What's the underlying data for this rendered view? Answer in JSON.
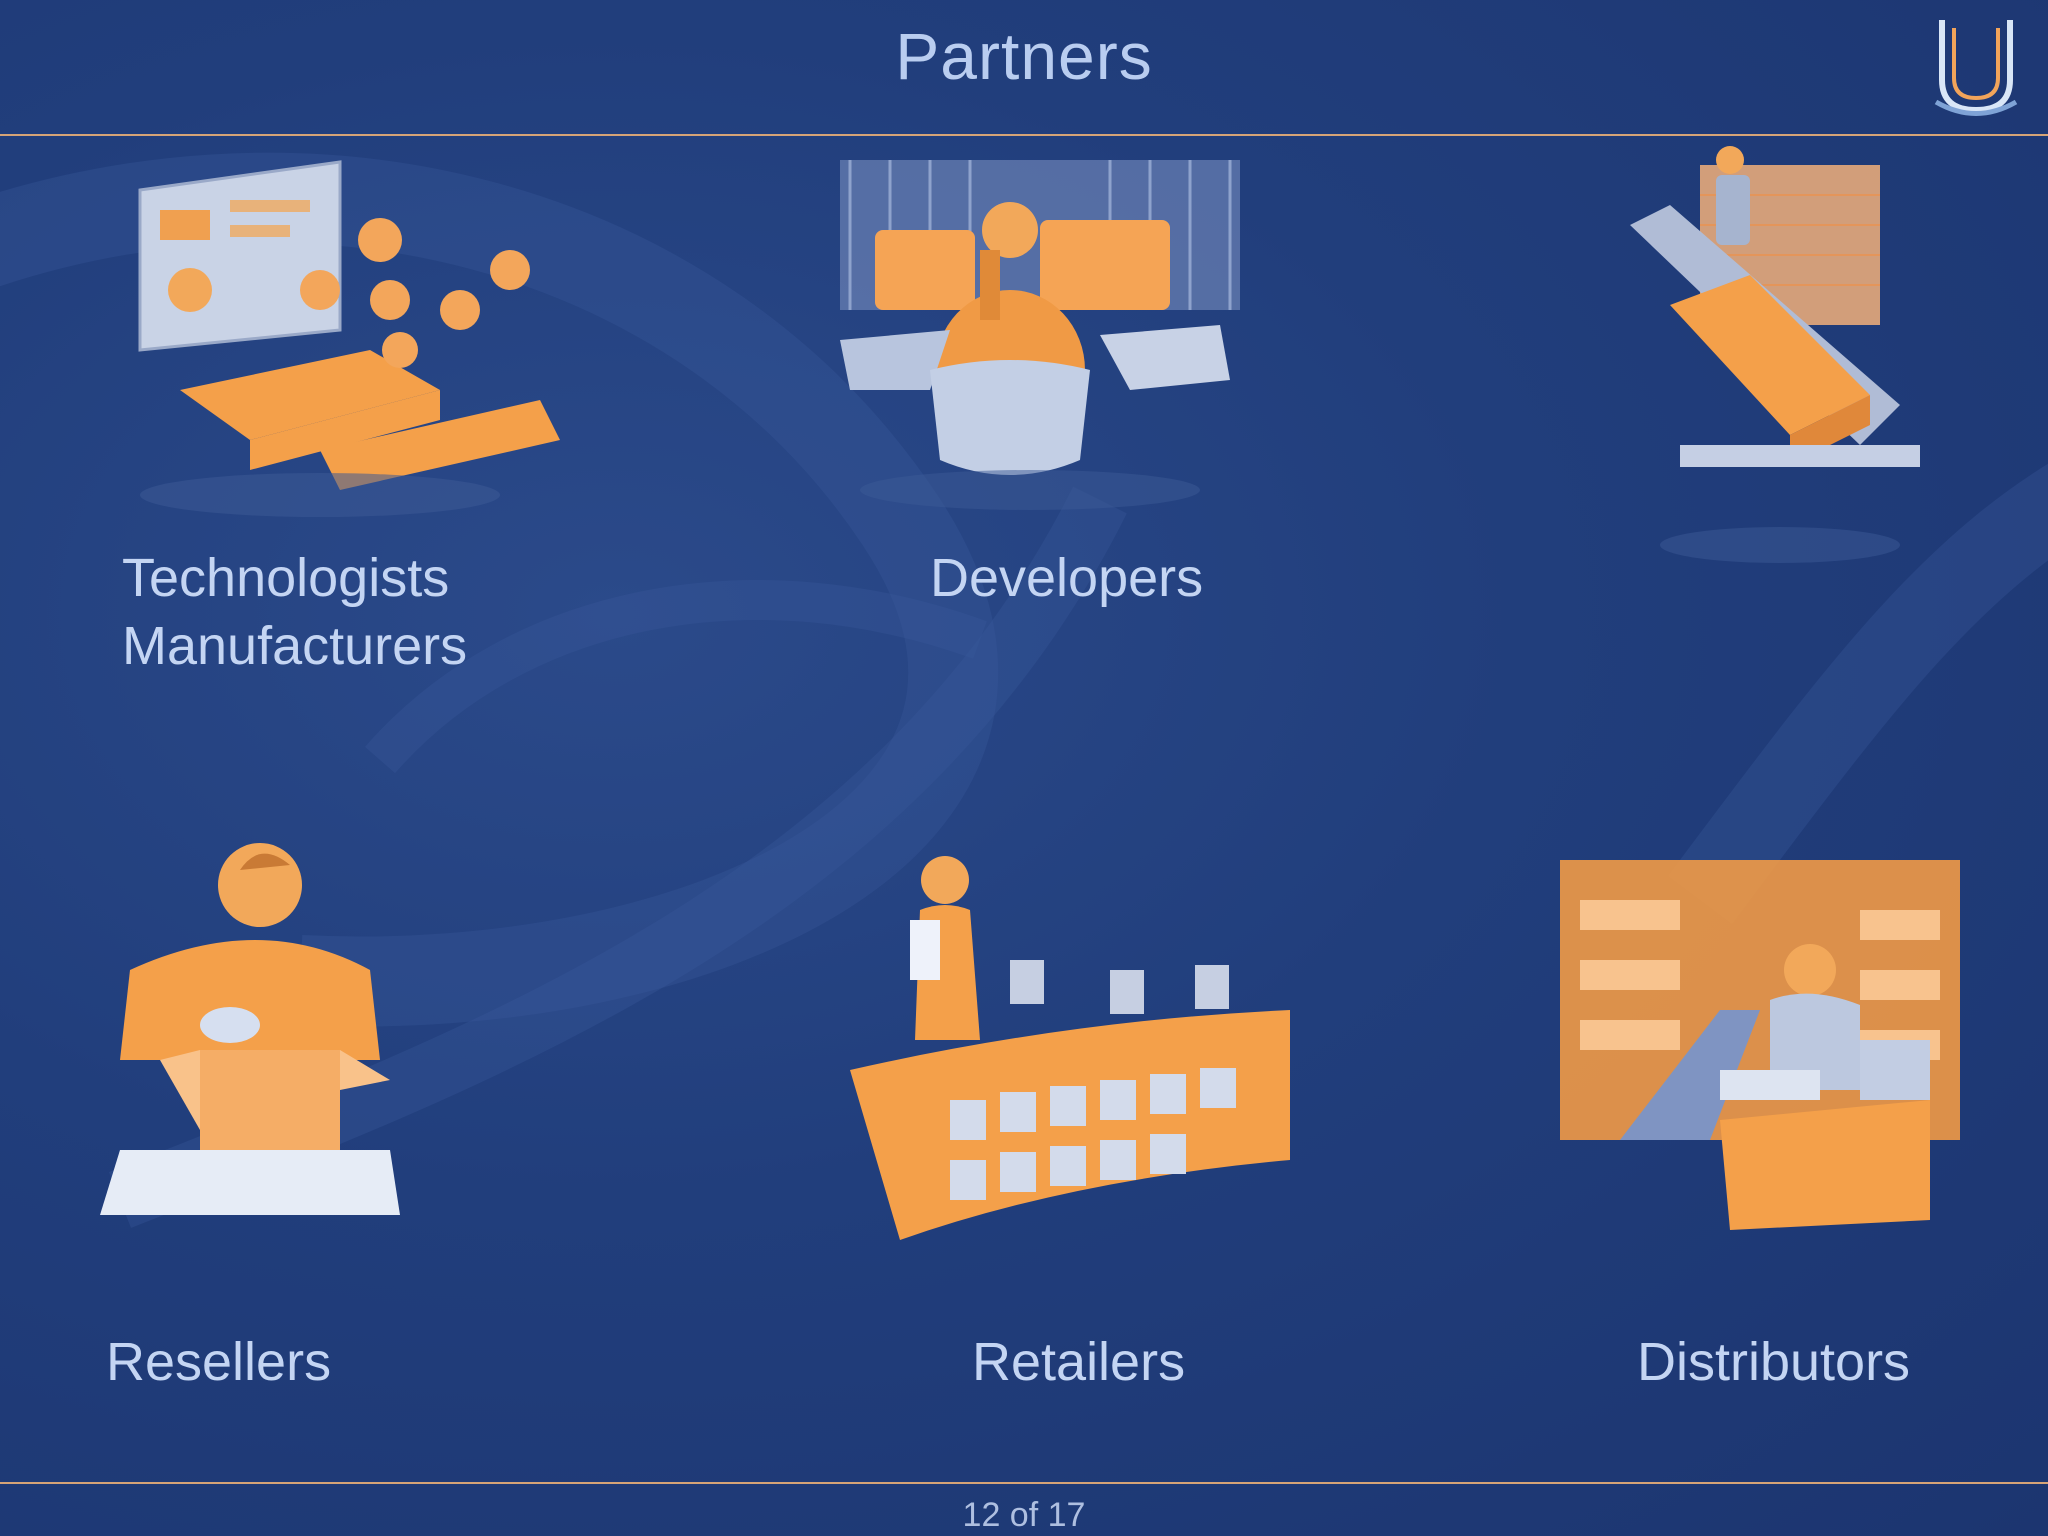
{
  "slide": {
    "title": "Partners",
    "page_indicator": "12 of 17"
  },
  "partners": [
    {
      "lines": [
        "Technologists",
        "Manufacturers"
      ],
      "icon": "lab-team-illustration"
    },
    {
      "lines": [
        "Developers"
      ],
      "icon": "developer-workstation-illustration"
    },
    {
      "lines": [],
      "icon": "conveyor-factory-illustration"
    },
    {
      "lines": [
        "Resellers"
      ],
      "icon": "box-reseller-illustration"
    },
    {
      "lines": [
        "Retailers"
      ],
      "icon": "store-counter-illustration"
    },
    {
      "lines": [
        "Distributors"
      ],
      "icon": "warehouse-illustration"
    }
  ],
  "colors": {
    "background": "#213e7c",
    "accent_orange": "#f4a04a",
    "rule": "#d6a477",
    "text": "#c4d5f3"
  }
}
